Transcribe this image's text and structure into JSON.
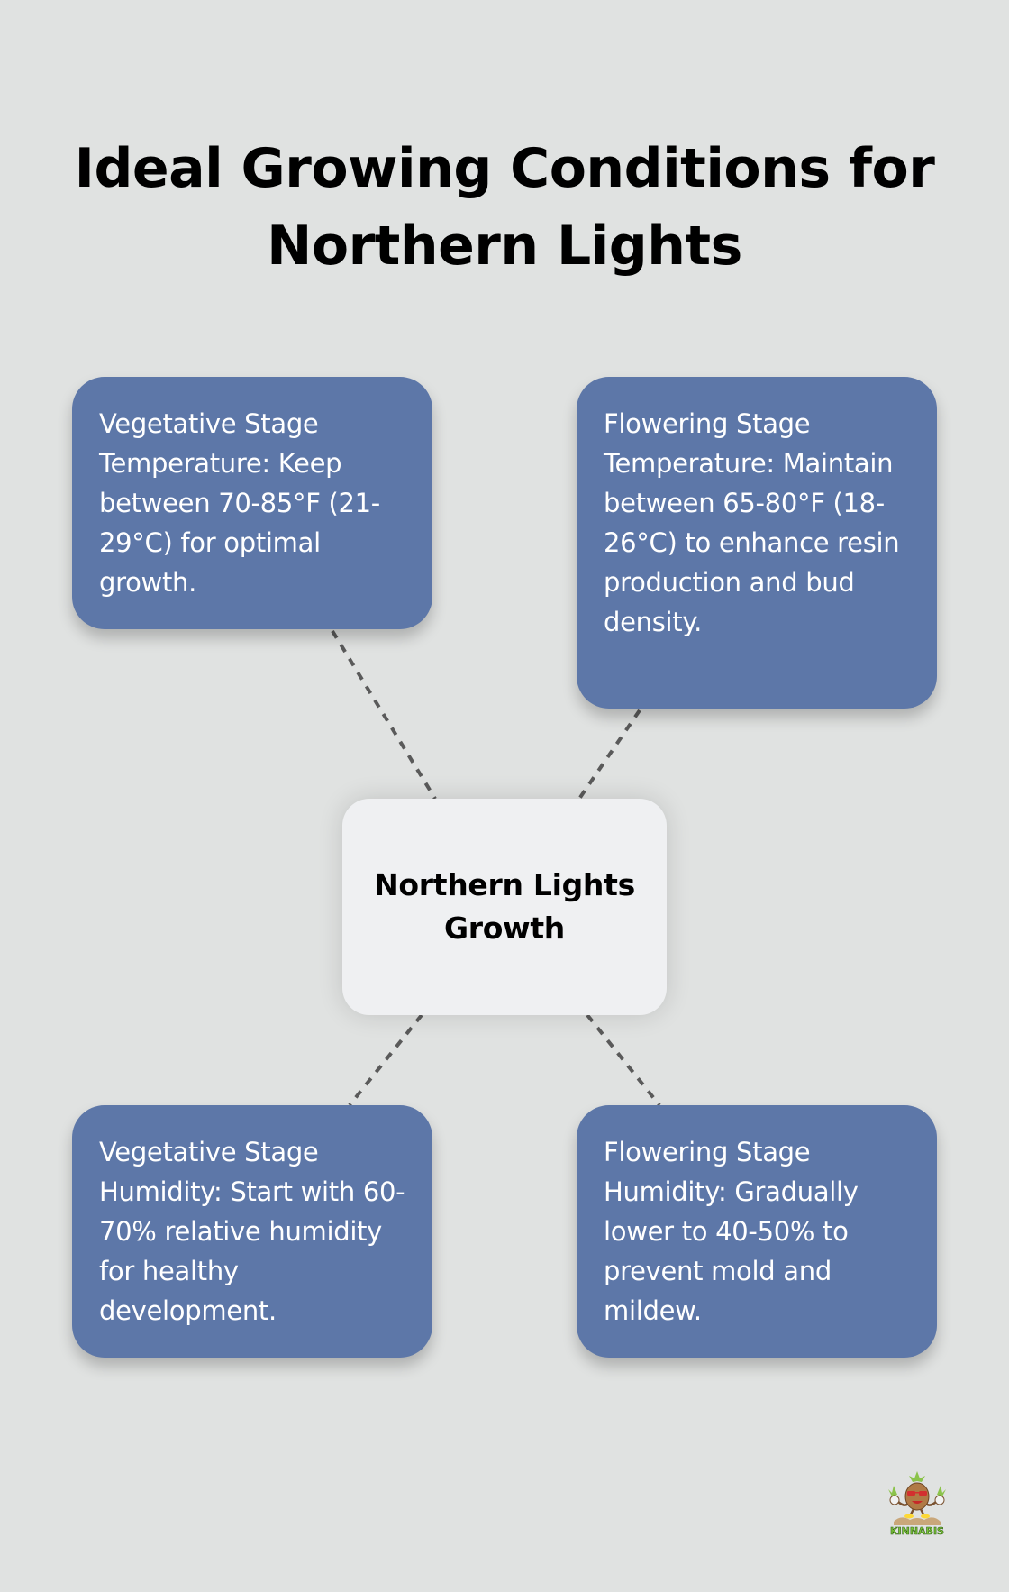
{
  "title": {
    "line1": "Ideal Growing Conditions for",
    "line2": "Northern Lights"
  },
  "center_node": {
    "line1": "Northern Lights",
    "line2": "Growth"
  },
  "nodes": [
    {
      "position": "top-left",
      "text": "Vegetative Stage Temperature: Keep between 70-85°F (21-29°C) for optimal growth."
    },
    {
      "position": "top-right",
      "text": "Flowering Stage Temperature: Maintain between 65-80°F (18-26°C) to enhance resin production and bud density."
    },
    {
      "position": "bottom-left",
      "text": "Vegetative Stage Humidity: Start with 60-70% relative humidity for healthy development."
    },
    {
      "position": "bottom-right",
      "text": "Flowering Stage Humidity: Gradually lower to 40-50% to prevent mold and mildew."
    }
  ],
  "logo": {
    "text": "KINNABIS",
    "icon": "mascot-logo-icon"
  },
  "colors": {
    "background": "#e0e2e1",
    "node_fill": "#5d77a8",
    "center_fill": "#eff0f2",
    "connector": "#5a5a5a",
    "logo_text": "#7cc63a"
  }
}
